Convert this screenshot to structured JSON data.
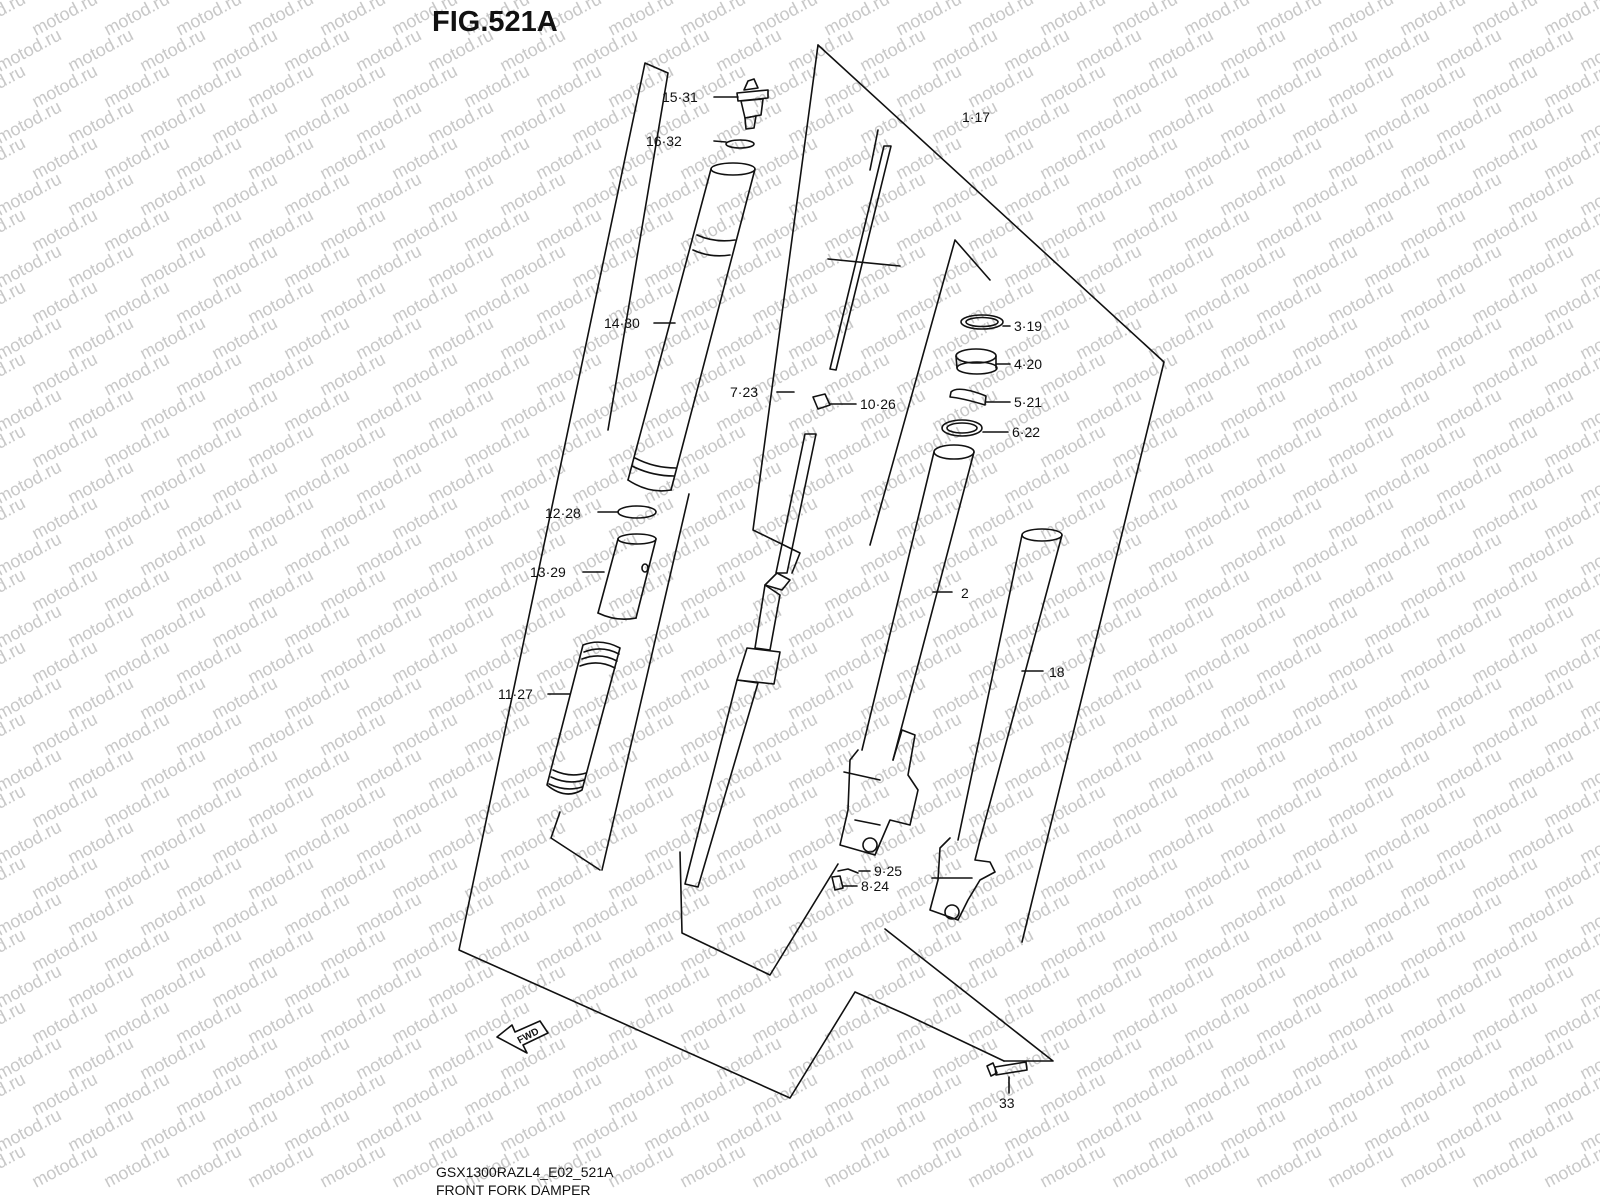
{
  "figure": {
    "title": "FIG.521A",
    "model_code": "GSX1300RAZL4_E02_521A",
    "name": "FRONT FORK DAMPER"
  },
  "watermark": {
    "text": "motod.ru",
    "color": "#c8c8c8"
  },
  "fwd_label": "FWD",
  "callouts": [
    {
      "id": "c15",
      "text": "15·31"
    },
    {
      "id": "c16",
      "text": "16·32"
    },
    {
      "id": "c1",
      "text": "1·17"
    },
    {
      "id": "c14",
      "text": "14·30"
    },
    {
      "id": "c3",
      "text": "3·19"
    },
    {
      "id": "c4",
      "text": "4·20"
    },
    {
      "id": "c7",
      "text": "7·23"
    },
    {
      "id": "c5",
      "text": "5·21"
    },
    {
      "id": "c10",
      "text": "10·26"
    },
    {
      "id": "c6",
      "text": "6·22"
    },
    {
      "id": "c12",
      "text": "12·28"
    },
    {
      "id": "c13",
      "text": "13·29"
    },
    {
      "id": "c2",
      "text": "2"
    },
    {
      "id": "c18",
      "text": "18"
    },
    {
      "id": "c11",
      "text": "11·27"
    },
    {
      "id": "c9",
      "text": "9·25"
    },
    {
      "id": "c8",
      "text": "8·24"
    },
    {
      "id": "c33",
      "text": "33"
    }
  ],
  "colors": {
    "line": "#111111",
    "background": "#ffffff"
  }
}
